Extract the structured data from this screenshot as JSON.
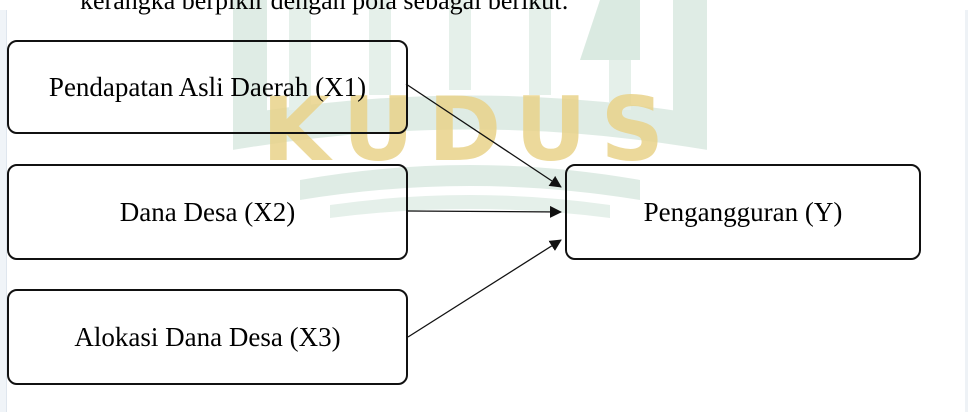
{
  "intro_text": "kerangka berpikir dengan pola sebagai berikut:",
  "watermark": {
    "text": "KUDUS",
    "color_main": "#e9d38a",
    "color_mark": "#dcebe3"
  },
  "diagram": {
    "independent_variables": [
      {
        "id": "x1",
        "label": "Pendapatan Asli Daerah (X1)"
      },
      {
        "id": "x2",
        "label": "Dana Desa (X2)"
      },
      {
        "id": "x3",
        "label": "Alokasi Dana Desa (X3)"
      }
    ],
    "dependent_variable": {
      "id": "y",
      "label": "Pengangguran (Y)"
    },
    "relations": [
      {
        "from": "x1",
        "to": "y"
      },
      {
        "from": "x2",
        "to": "y"
      },
      {
        "from": "x3",
        "to": "y"
      }
    ],
    "line_color": "#111111"
  }
}
